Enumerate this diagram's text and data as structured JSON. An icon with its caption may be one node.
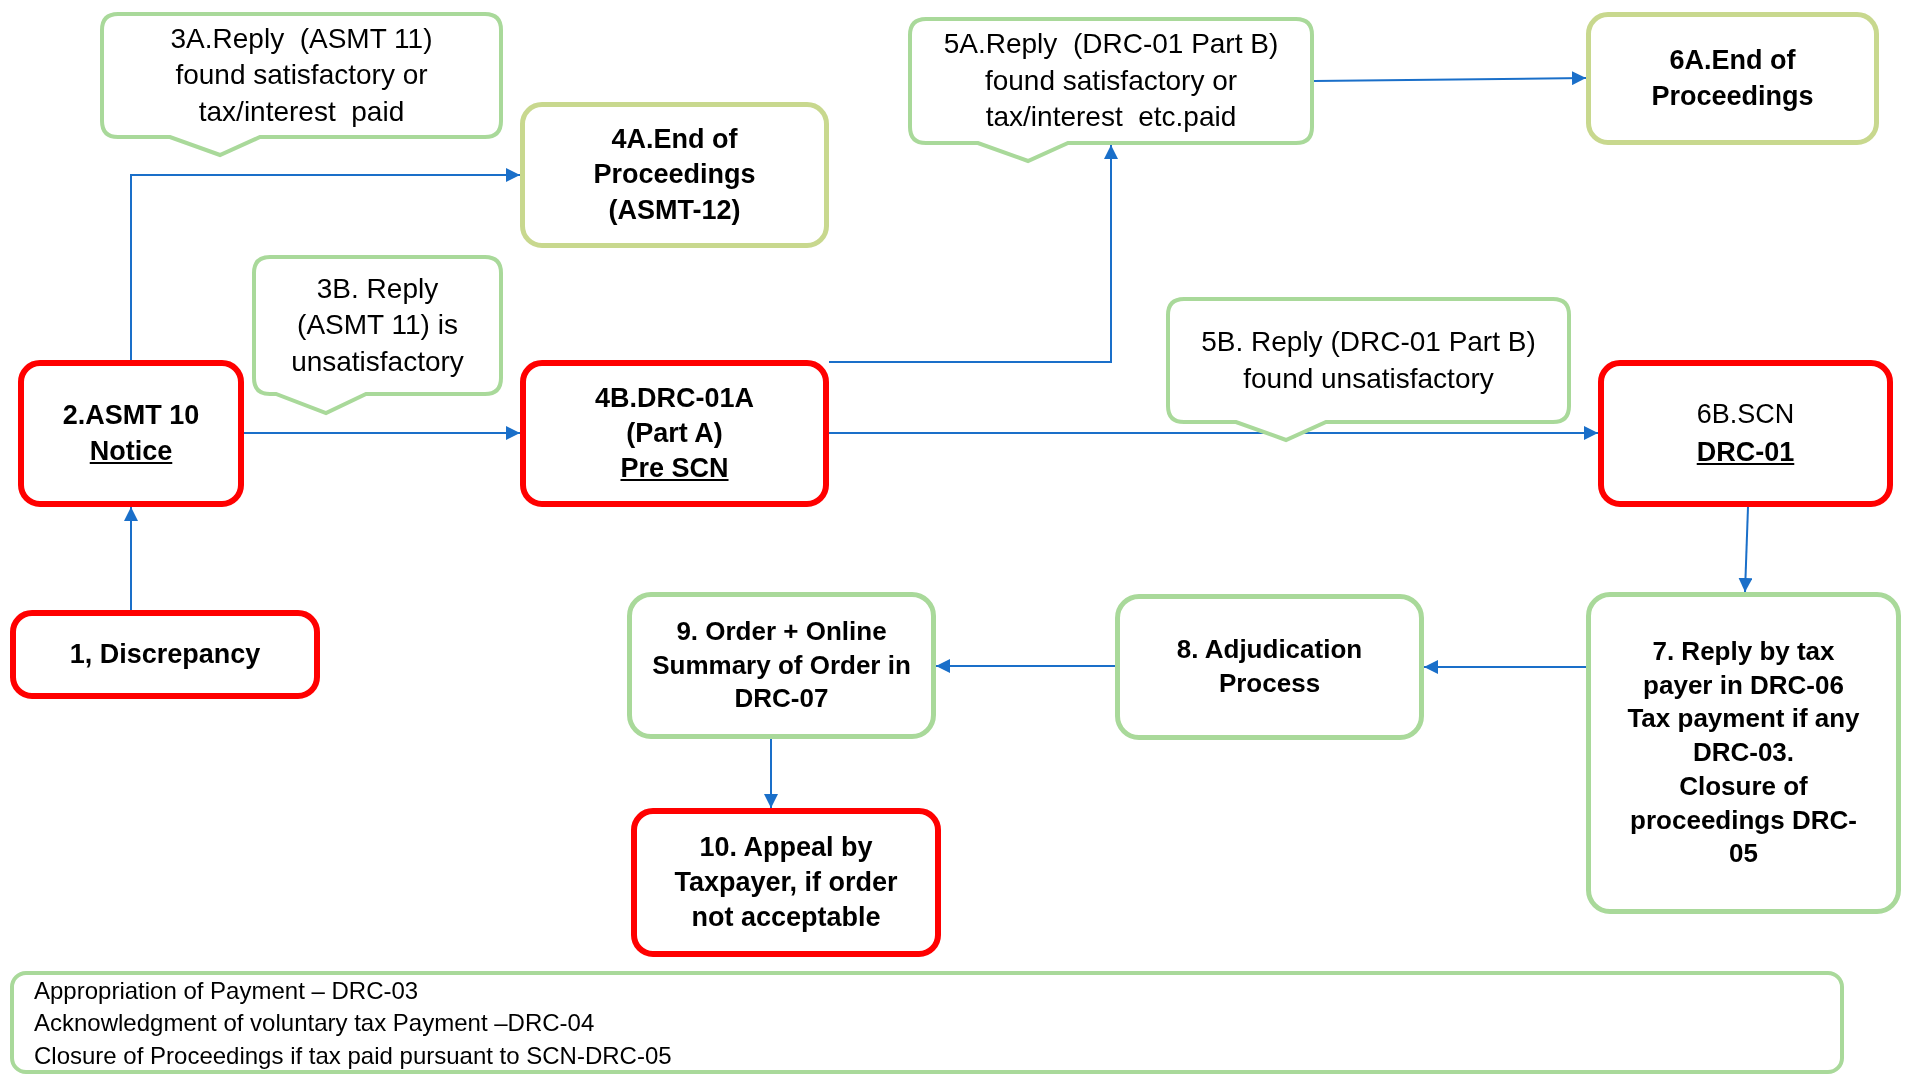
{
  "diagram": {
    "nodes": [
      {
        "text": [
          "3A.Reply  (ASMT 11) found satisfactory or tax/interest  paid"
        ]
      },
      {
        "text": [
          "5A.Reply  (DRC-01 Part B) found satisfactory or tax/interest  etc.paid"
        ]
      },
      {
        "text": [
          "6A.End of Proceedings"
        ]
      },
      {
        "text": [
          "4A.End of Proceedings (ASMT-12)"
        ]
      },
      {
        "text": [
          "3B. Reply (ASMT 11) is unsatisfactory"
        ]
      },
      {
        "text": [
          "5B. Reply (DRC-01 Part B) found unsatisfactory"
        ]
      },
      {
        "text": [
          "2.ASMT 10",
          "Notice"
        ]
      },
      {
        "text": [
          "4B.DRC-01A",
          "(Part A)",
          "Pre SCN"
        ]
      },
      {
        "text": [
          "6B.SCN",
          "DRC-01"
        ]
      },
      {
        "text": [
          "7. Reply by tax payer in DRC-06",
          "Tax payment if any DRC-03.",
          "Closure of proceedings DRC-05"
        ]
      },
      {
        "text": [
          "1, Discrepancy"
        ]
      },
      {
        "text": [
          "9. Order + Online Summary of Order in DRC-07"
        ]
      },
      {
        "text": [
          "8. Adjudication Process"
        ]
      },
      {
        "text": [
          "10. Appeal by Taxpayer, if order not acceptable"
        ]
      },
      {
        "text": [
          "Appropriation of Payment – DRC-03",
          "Acknowledgment of voluntary tax Payment –DRC-04",
          "Closure of Proceedings if tax paid pursuant to SCN-DRC-05"
        ]
      }
    ],
    "edges": [
      {
        "from": 10,
        "to": 6,
        "arrow": "to"
      },
      {
        "from": 6,
        "to": 3,
        "arrow": "to"
      },
      {
        "from": 6,
        "to": 7,
        "arrow": "to"
      },
      {
        "from": 7,
        "to": 1,
        "arrow": "to"
      },
      {
        "from": 1,
        "to": 2,
        "arrow": "to"
      },
      {
        "from": 7,
        "to": 8,
        "arrow": "to"
      },
      {
        "from": 8,
        "to": 9,
        "arrow": "to"
      },
      {
        "from": 9,
        "to": 12,
        "arrow": "to"
      },
      {
        "from": 12,
        "to": 11,
        "arrow": "to"
      },
      {
        "from": 11,
        "to": 13,
        "arrow": "to"
      }
    ]
  }
}
